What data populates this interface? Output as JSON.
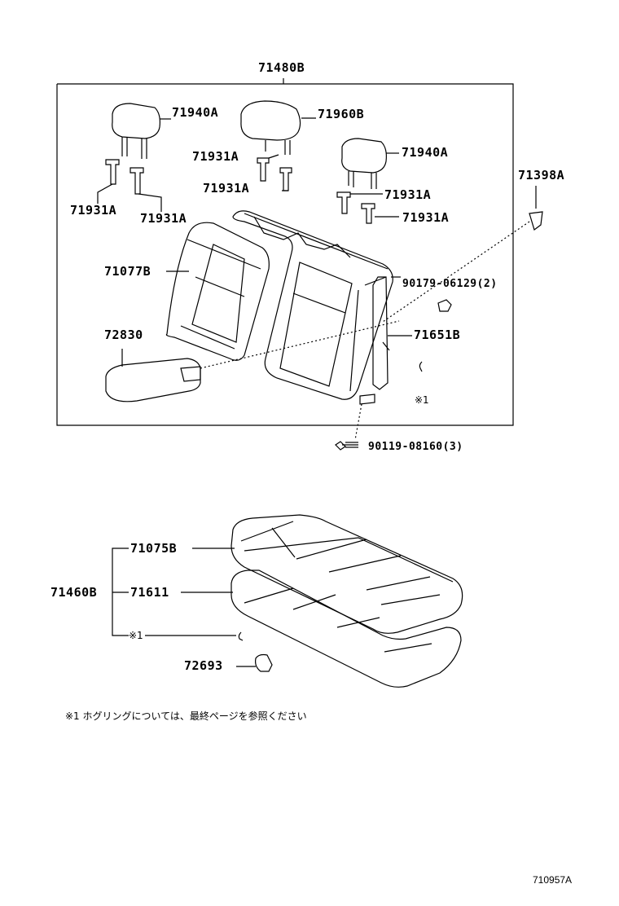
{
  "diagram": {
    "labels": {
      "assembly_back": "71480B",
      "headrest_left": "71940A",
      "headrest_center": "71960B",
      "headrest_right": "71940A",
      "support_center_1": "71931A",
      "support_center_2": "71931A",
      "support_left_1": "71931A",
      "support_left_2": "71931A",
      "support_right_1": "71931A",
      "support_right_2": "71931A",
      "clip": "71398A",
      "back_cover": "71077B",
      "nut": "90179-06129(2)",
      "armrest": "72830",
      "back_frame": "71651B",
      "ring_mark": "※1",
      "bolt": "90119-08160(3)",
      "assembly_cushion": "71460B",
      "cushion_cover": "71075B",
      "cushion_pad": "71611",
      "ring_mark_2": "※1",
      "hook": "72693"
    },
    "footnote": "※1 ホグリングについては、最終ページを参照ください",
    "drawing_code": "710957A"
  }
}
